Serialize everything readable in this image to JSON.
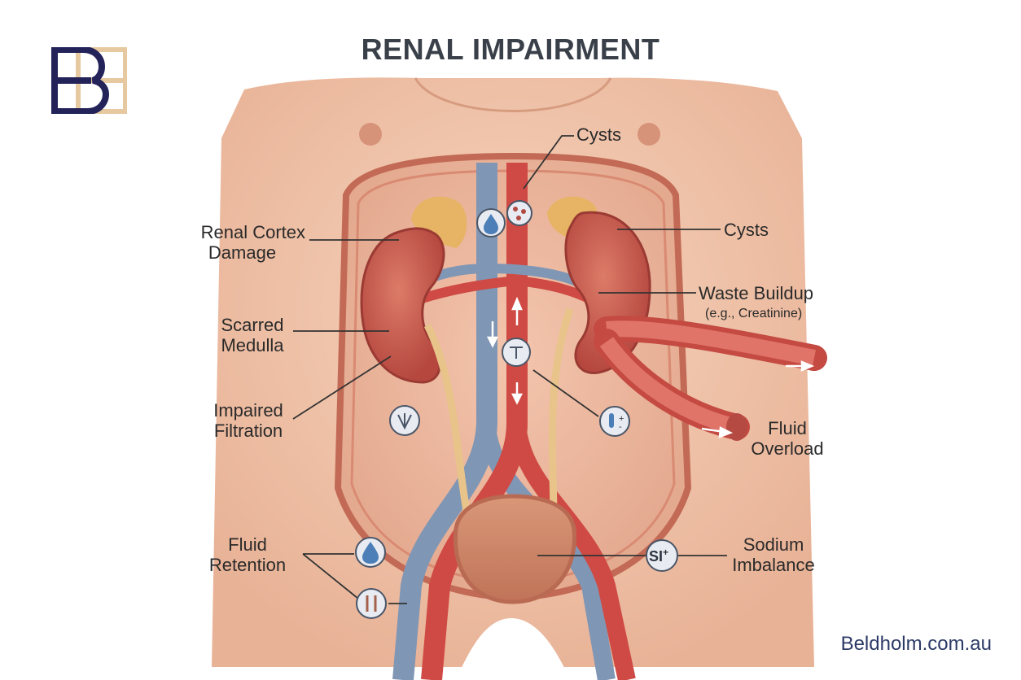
{
  "title": "RENAL IMPAIRMENT",
  "website": "Beldholm.com.au",
  "colors": {
    "title": "#3a4049",
    "brand_navy": "#23235a",
    "brand_gold": "#e6c9a0",
    "artery": "#cf4a44",
    "vein": "#8096b5",
    "skin": "#f2c7ad",
    "kidney": "#c2554a"
  },
  "labels": {
    "cysts_top": "Cysts",
    "cysts_right": "Cysts",
    "renal_cortex_1": "Renal Cortex",
    "renal_cortex_2": "Damage",
    "scarred_1": "Scarred",
    "scarred_2": "Medulla",
    "impaired_1": "Impaired",
    "impaired_2": "Filtration",
    "waste_1": "Waste Buildup",
    "waste_2": "(e.g., Creatinine)",
    "fluid_overload_1": "Fluid",
    "fluid_overload_2": "Overload",
    "fluid_retention_1": "Fluid",
    "fluid_retention_2": "Retention",
    "sodium_1": "Sodium",
    "sodium_2": "Imbalance",
    "sodium_badge": "SI",
    "sodium_badge_sup": "+"
  },
  "icons": [
    "droplet-icon",
    "molecule-icon",
    "filter-icon",
    "test-tube-icon",
    "nephron-icon",
    "sodium-ion-icon"
  ]
}
